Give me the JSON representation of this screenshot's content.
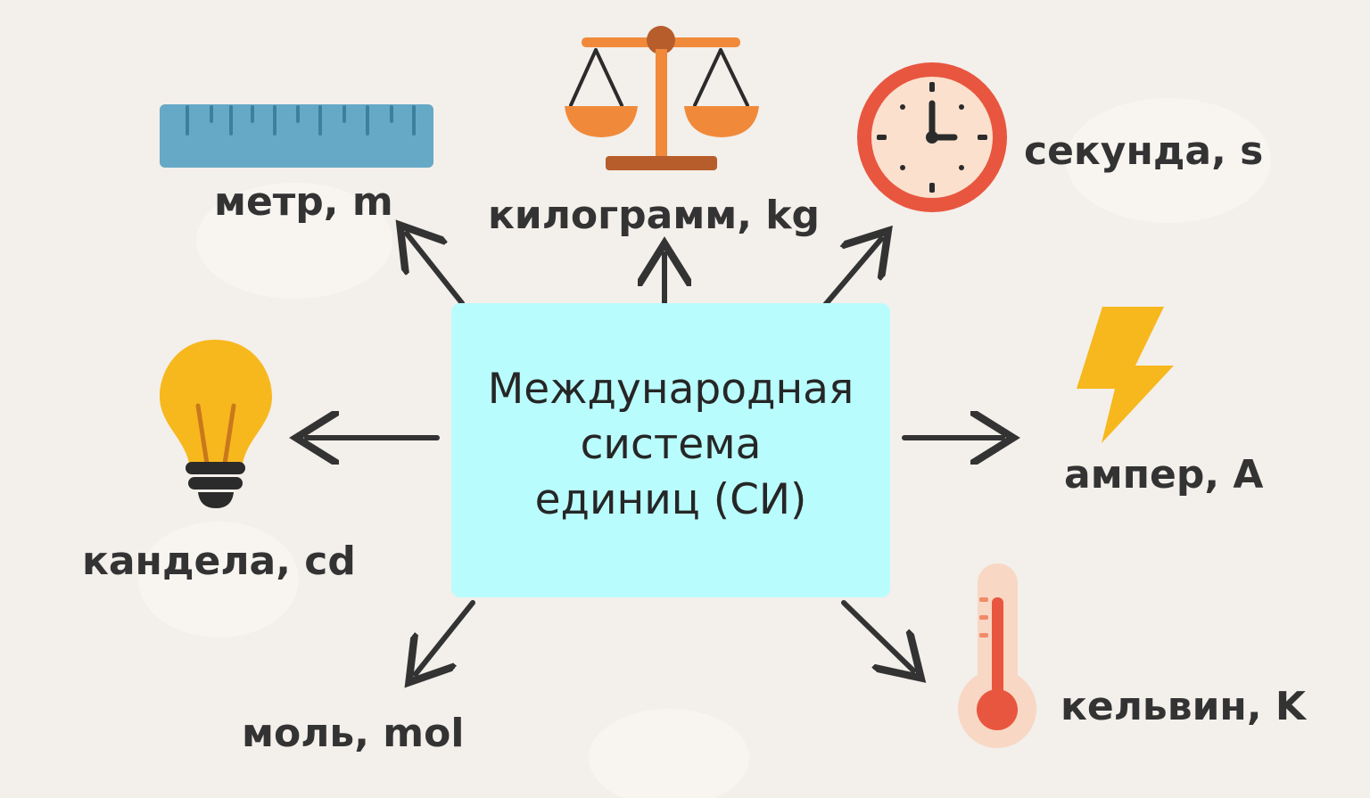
{
  "center": {
    "title": "Международная\nсистема\nединиц (СИ)"
  },
  "units": [
    {
      "id": "metre",
      "label": "метр, m",
      "icon": "ruler-icon"
    },
    {
      "id": "kilogram",
      "label": "килограмм, kg",
      "icon": "scale-icon"
    },
    {
      "id": "second",
      "label": "секунда, s",
      "icon": "clock-icon"
    },
    {
      "id": "ampere",
      "label": "ампер, A",
      "icon": "lightning-icon"
    },
    {
      "id": "kelvin",
      "label": "кельвин, K",
      "icon": "thermometer-icon"
    },
    {
      "id": "mole",
      "label": "моль, mol",
      "icon": ""
    },
    {
      "id": "candela",
      "label": "кандела, cd",
      "icon": "lightbulb-icon"
    }
  ],
  "colors": {
    "background": "#f3efea",
    "center_box": "#b9fcfd",
    "arrow": "#333333",
    "ruler": "#66a9c7",
    "scale": "#f08a3a",
    "clock_ring": "#e8563f",
    "clock_face": "#fbe0cd",
    "lightning": "#f7b81e",
    "thermometer": "#e8563f",
    "bulb": "#f7b81e"
  }
}
